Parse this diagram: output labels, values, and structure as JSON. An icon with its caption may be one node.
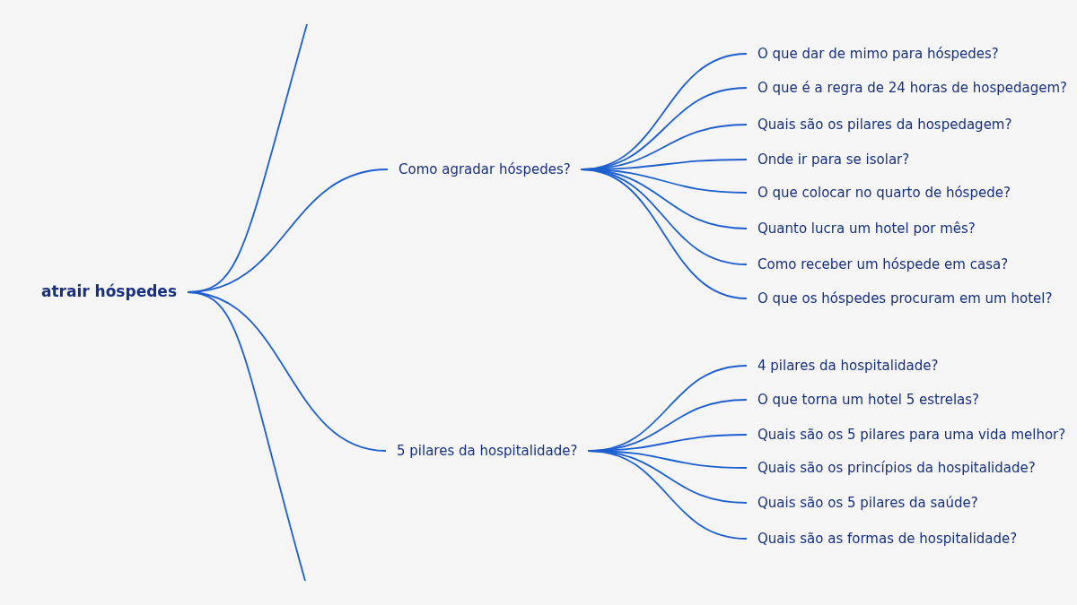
{
  "diagram": {
    "nodes": [
      {
        "text": [
          "atrair hóspedes"
        ]
      },
      {
        "text": [
          "Como agradar hóspedes?"
        ]
      },
      {
        "text": [
          "O que dar de mimo para hóspedes?"
        ]
      },
      {
        "text": [
          "O que é a regra de 24 horas de hospedagem?"
        ]
      },
      {
        "text": [
          "Quais são os pilares da hospedagem?"
        ]
      },
      {
        "text": [
          "Onde ir para se isolar?"
        ]
      },
      {
        "text": [
          "O que colocar no quarto de hóspede?"
        ]
      },
      {
        "text": [
          "Quanto lucra um hotel por mês?"
        ]
      },
      {
        "text": [
          "Como receber um hóspede em casa?"
        ]
      },
      {
        "text": [
          "O que os hóspedes procuram em um hotel?"
        ]
      },
      {
        "text": [
          "5 pilares da hospitalidade?"
        ]
      },
      {
        "text": [
          "4 pilares da hospitalidade?"
        ]
      },
      {
        "text": [
          "O que torna um hotel 5 estrelas?"
        ]
      },
      {
        "text": [
          "Quais são os 5 pilares para uma vida melhor?"
        ]
      },
      {
        "text": [
          "Quais são os princípios da hospitalidade?"
        ]
      },
      {
        "text": [
          "Quais são os 5 pilares da saúde?"
        ]
      },
      {
        "text": [
          "Quais são as formas de hospitalidade?"
        ]
      }
    ],
    "edges": [
      {
        "from": 0,
        "to": null,
        "arrow": "none"
      },
      {
        "from": 0,
        "to": 1,
        "arrow": "none"
      },
      {
        "from": 0,
        "to": 10,
        "arrow": "none"
      },
      {
        "from": 0,
        "to": null,
        "arrow": "none"
      },
      {
        "from": 1,
        "to": 2,
        "arrow": "none"
      },
      {
        "from": 1,
        "to": 3,
        "arrow": "none"
      },
      {
        "from": 1,
        "to": 4,
        "arrow": "none"
      },
      {
        "from": 1,
        "to": 5,
        "arrow": "none"
      },
      {
        "from": 1,
        "to": 6,
        "arrow": "none"
      },
      {
        "from": 1,
        "to": 7,
        "arrow": "none"
      },
      {
        "from": 1,
        "to": 8,
        "arrow": "none"
      },
      {
        "from": 1,
        "to": 9,
        "arrow": "none"
      },
      {
        "from": 10,
        "to": 11,
        "arrow": "none"
      },
      {
        "from": 10,
        "to": 12,
        "arrow": "none"
      },
      {
        "from": 10,
        "to": 13,
        "arrow": "none"
      },
      {
        "from": 10,
        "to": 14,
        "arrow": "none"
      },
      {
        "from": 10,
        "to": 15,
        "arrow": "none"
      },
      {
        "from": 10,
        "to": 16,
        "arrow": "none"
      }
    ]
  }
}
